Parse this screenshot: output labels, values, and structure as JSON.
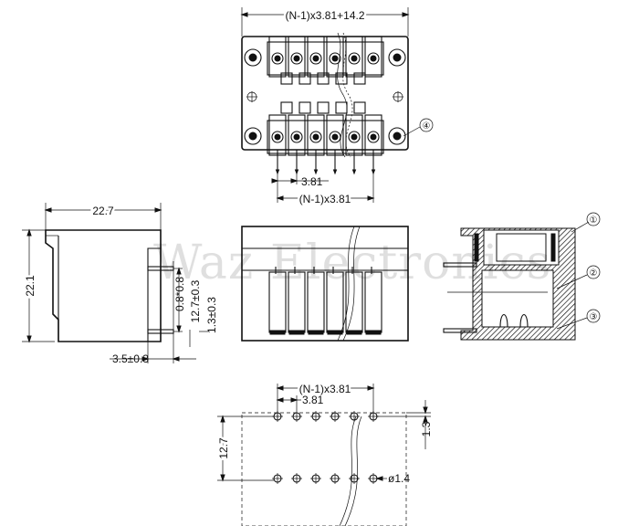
{
  "dimensions": {
    "top_width": "(N-1)x3.81+14.2",
    "top_pitch": "3.81",
    "top_pitch_span": "(N-1)x3.81",
    "side_width": "22.7",
    "side_height": "22.1",
    "pin_size": "0.8*0.8",
    "pin_row_spacing": "12.7±0.3",
    "pin_offset": "1.3±0.3",
    "pin_length": "3.5±0.3",
    "bottom_pitch_span": "(N-1)x3.81",
    "bottom_pitch": "3.81",
    "bottom_row_spacing": "12.7",
    "bottom_edge_offset": "1.3",
    "hole_diameter": "ø1.4"
  },
  "callouts": [
    "①",
    "②",
    "③",
    "④"
  ],
  "watermark": "Waz Electronics"
}
